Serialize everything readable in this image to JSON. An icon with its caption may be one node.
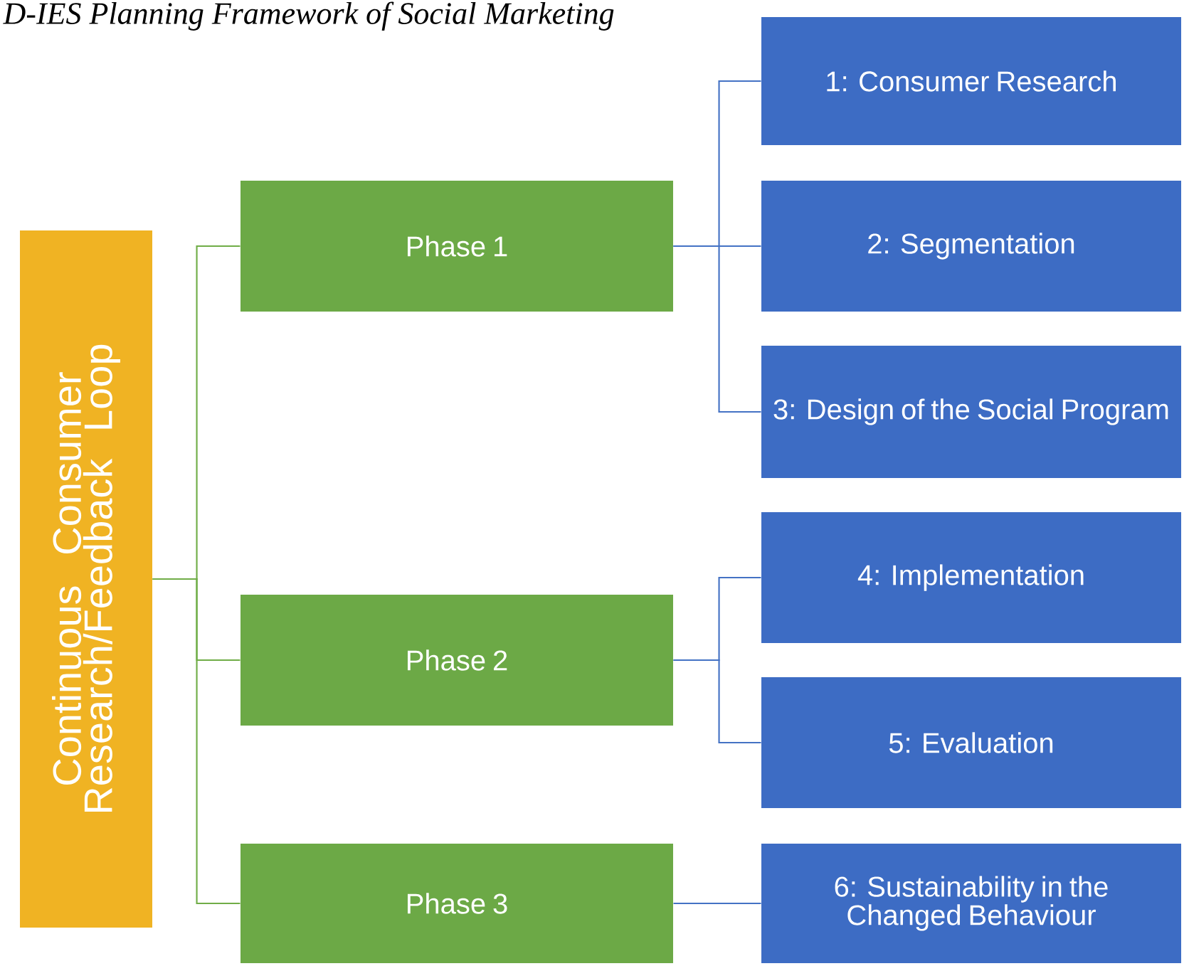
{
  "diagram": {
    "title": "D-IES Planning Framework of Social Marketing",
    "nodes": [
      {
        "text": [
          "Continuous Consumer Research/Feedback Loop"
        ]
      },
      {
        "text": [
          "Phase 1"
        ]
      },
      {
        "text": [
          "Phase 2"
        ]
      },
      {
        "text": [
          "Phase 3"
        ]
      },
      {
        "text": [
          "1: Consumer Research"
        ]
      },
      {
        "text": [
          "2: Segmentation"
        ]
      },
      {
        "text": [
          "3: Design of the Social Program"
        ]
      },
      {
        "text": [
          "4: Implementation"
        ]
      },
      {
        "text": [
          "5: Evaluation"
        ]
      },
      {
        "text": [
          "6: Sustainability in the Changed Behaviour"
        ]
      }
    ],
    "edges": [
      {
        "from": 0,
        "to": 1,
        "arrow": "none",
        "color": "#70ad47"
      },
      {
        "from": 0,
        "to": 2,
        "arrow": "none",
        "color": "#70ad47"
      },
      {
        "from": 0,
        "to": 3,
        "arrow": "none",
        "color": "#70ad47"
      },
      {
        "from": 1,
        "to": 4,
        "arrow": "none"
      },
      {
        "from": 1,
        "to": 5,
        "arrow": "none"
      },
      {
        "from": 1,
        "to": 6,
        "arrow": "none"
      },
      {
        "from": 2,
        "to": 7,
        "arrow": "none"
      },
      {
        "from": 2,
        "to": 8,
        "arrow": "none"
      },
      {
        "from": 3,
        "to": 9,
        "arrow": "none"
      }
    ]
  }
}
